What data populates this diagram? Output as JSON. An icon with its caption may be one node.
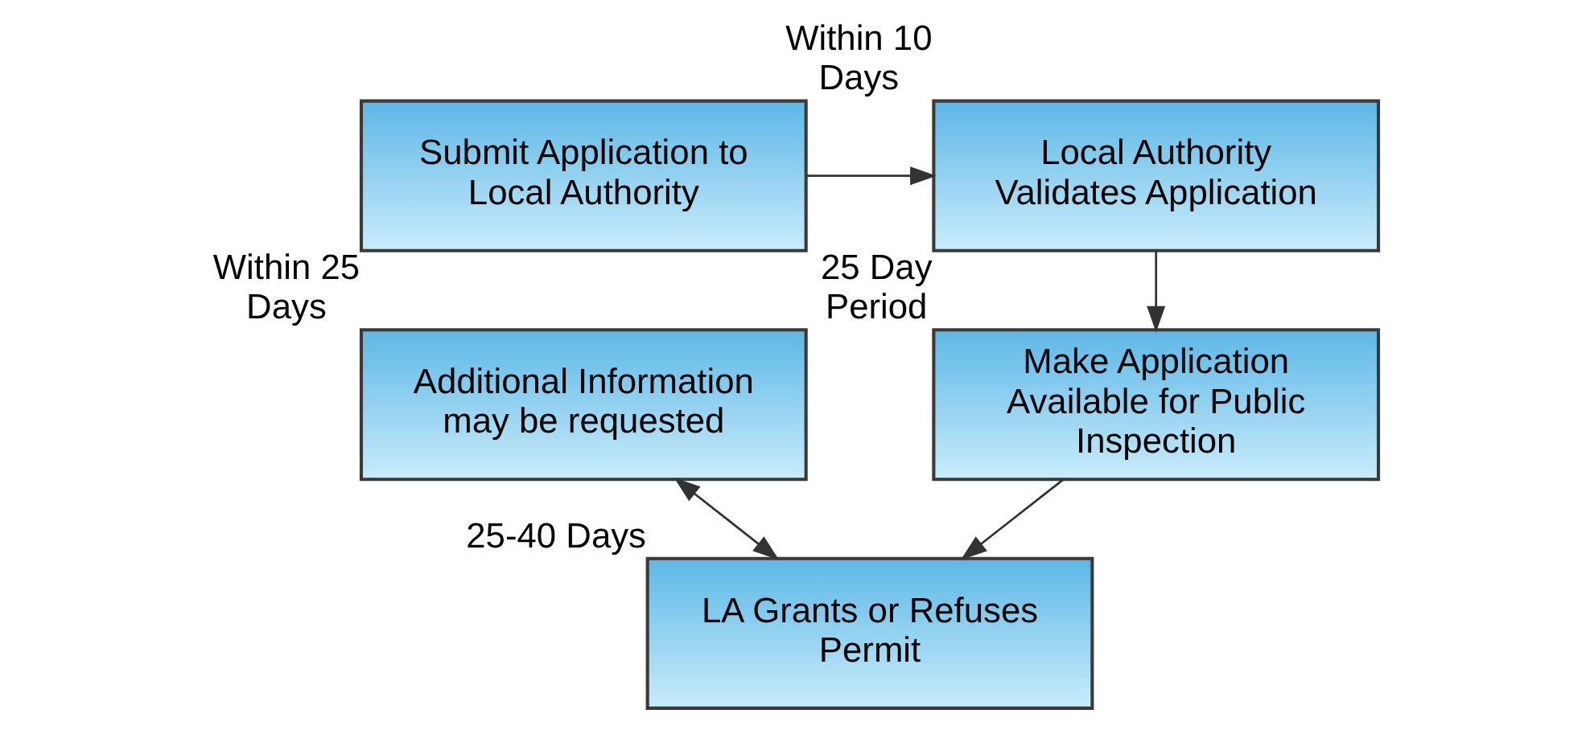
{
  "diagram": {
    "nodes": [
      {
        "text": [
          "Submit Application to Local Authority"
        ]
      },
      {
        "text": [
          "Local Authority Validates Application"
        ],
        "beside": [
          "Within 10 Days"
        ]
      },
      {
        "text": [
          "Make Application Available for Public Inspection"
        ],
        "beside": [
          "25 Day Period"
        ]
      },
      {
        "text": [
          "Additional Information may be requested"
        ],
        "beside": [
          "Within 25 Days"
        ]
      },
      {
        "text": [
          "LA Grants or Refuses Permit"
        ],
        "beside": [
          "25-40 Days"
        ]
      }
    ],
    "edges": [
      {
        "from": 0,
        "to": 1,
        "arrow": "to"
      },
      {
        "from": 1,
        "to": 2,
        "arrow": "to"
      },
      {
        "from": 2,
        "to": 4,
        "arrow": "to"
      },
      {
        "from": 3,
        "to": 4,
        "arrow": "both"
      }
    ]
  }
}
